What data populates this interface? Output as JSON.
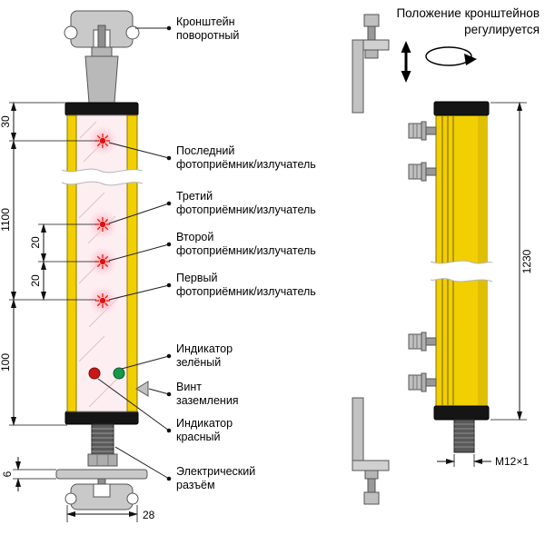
{
  "left_view": {
    "part_labels": [
      {
        "text": "Кронштейн\nповоротный"
      },
      {
        "text": "Последний\nфотоприёмник/излучатель"
      },
      {
        "text": "Третий\nфотоприёмник/излучатель"
      },
      {
        "text": "Второй\nфотоприёмник/излучатель"
      },
      {
        "text": "Первый\nфотоприёмник/излучатель"
      },
      {
        "text": "Индикатор\nзелёный"
      },
      {
        "text": "Винт\nзаземления"
      },
      {
        "text": "Индикатор\nкрасный"
      },
      {
        "text": "Электрический\nразъём"
      }
    ],
    "dimensions": {
      "top_offset": "30",
      "sensing_length": "1100",
      "pitch_upper": "20",
      "pitch_lower": "20",
      "bottom_offset": "100",
      "plate_thickness": "6",
      "body_width": "28"
    }
  },
  "right_view": {
    "note": "Положение кронштейнов\nрегулируется",
    "dimensions": {
      "overall_length": "1230",
      "connector_thread": "M12×1"
    }
  },
  "colors": {
    "body_yellow": "#f2cf00",
    "indicator_red": "#cc1616",
    "indicator_green": "#159a48",
    "emitter_red": "#dd1111",
    "cap_black": "#151515",
    "metal_gray": "#c9c9c9"
  }
}
